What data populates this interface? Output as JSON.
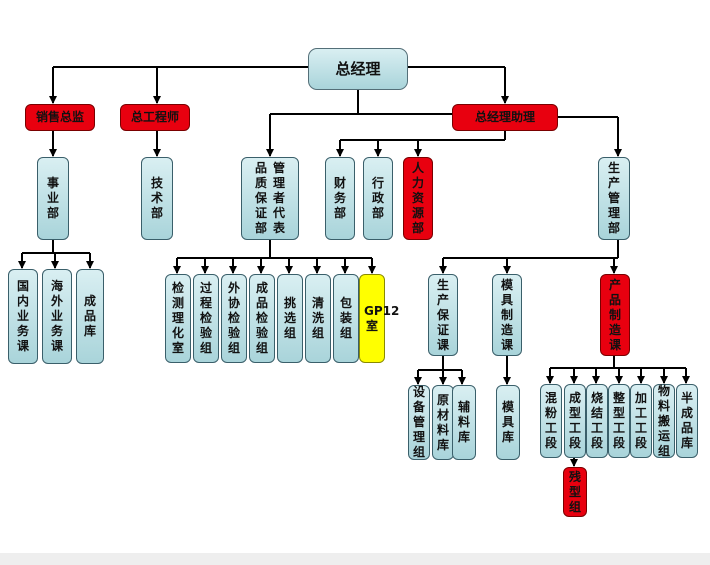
{
  "nodes": {
    "gm": "总经理",
    "sales_director": "销售总监",
    "chief_engineer": "总工程师",
    "gm_assistant": "总经理助理",
    "business_dept": "事业部",
    "tech_dept": "技术部",
    "quality_dept": "品质保证部",
    "mgmt_rep": "管理者代表",
    "finance_dept": "财务部",
    "admin_dept": "行政部",
    "hr_dept": "人力资源部",
    "production_dept": "生产管理部",
    "domestic_sales": "国内业务课",
    "overseas_sales": "海外业务课",
    "finished_store": "成品库",
    "lab": "检测理化室",
    "process_inspection": "过程检验组",
    "outsourcing_inspection": "外协检验组",
    "finished_inspection": "成品检验组",
    "sorting": "挑选组",
    "cleaning": "清洗组",
    "packing": "包装组",
    "gp12": "GP12室",
    "production_assurance": "生产保证课",
    "mold_making": "模具制造课",
    "product_making": "产品制造课",
    "equipment_mgmt": "设备管理组",
    "raw_material_store": "原材料库",
    "auxiliary_store": "辅料库",
    "mold_store": "模具库",
    "mixing": "混粉工段",
    "forming": "成型工段",
    "sintering": "烧结工段",
    "shaping": "整型工段",
    "machining": "加工工段",
    "material_transport": "物料搬运组",
    "semi_store": "半成品库",
    "remnant": "残型组"
  },
  "colors": {
    "teal": "#a9d4da",
    "red": "#e8000f",
    "yellow": "#ffff00",
    "connector": "#000000"
  }
}
